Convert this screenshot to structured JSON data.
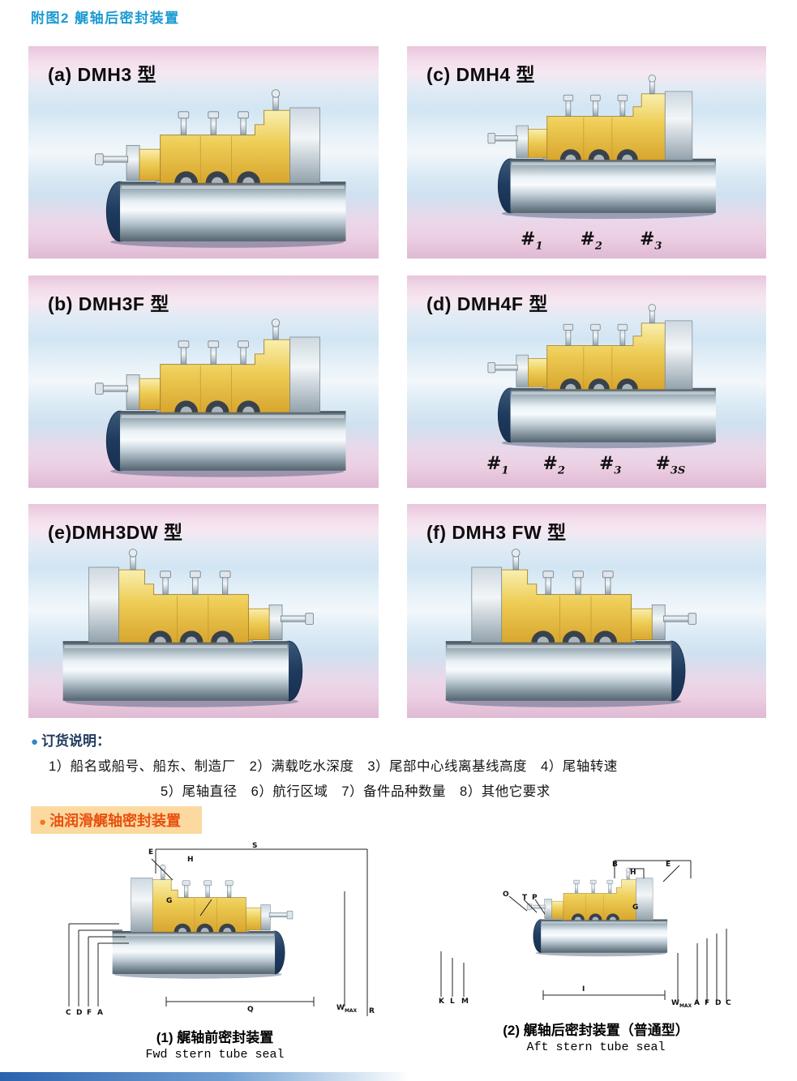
{
  "page": {
    "title": "附图2  艉轴后密封装置"
  },
  "icons": {
    "bullet": "●"
  },
  "panels": [
    {
      "id": "a",
      "label": "(a) DMH3 型"
    },
    {
      "id": "c",
      "label": "(c) DMH4 型",
      "tags": [
        {
          "h": "#",
          "s": "1"
        },
        {
          "h": "#",
          "s": "2"
        },
        {
          "h": "#",
          "s": "3"
        }
      ]
    },
    {
      "id": "b",
      "label": "(b) DMH3F 型"
    },
    {
      "id": "d",
      "label": "(d) DMH4F 型",
      "tags": [
        {
          "h": "#",
          "s": "1"
        },
        {
          "h": "#",
          "s": "2"
        },
        {
          "h": "#",
          "s": "3"
        },
        {
          "h": "#",
          "s": "3S"
        }
      ]
    },
    {
      "id": "e",
      "label": "(e)DMH3DW 型"
    },
    {
      "id": "f",
      "label": "(f) DMH3 FW 型"
    }
  ],
  "order": {
    "heading": "订货说明：",
    "line1": "1）船名或船号、船东、制造厂　2）满载吃水深度　3）尾部中心线离基线高度　4）尾轴转速",
    "line2": "5）尾轴直径　6）航行区域　7）备件品种数量　8）其他它要求"
  },
  "oil_section": {
    "heading": "油润滑艉轴密封装置"
  },
  "diagrams": [
    {
      "caption_cn": "(1) 艉轴前密封装置",
      "caption_en": "Fwd stern tube seal",
      "labels": [
        "E",
        "H",
        "S",
        "G",
        "Q",
        "W",
        "MAX",
        "R",
        "C",
        "D",
        "F",
        "A"
      ]
    },
    {
      "caption_cn": "(2) 艉轴后密封装置（普通型）",
      "caption_en": "Aft stern tube seal",
      "labels": [
        "B",
        "H",
        "E",
        "O",
        "T",
        "P",
        "G",
        "K",
        "L",
        "M",
        "I",
        "W",
        "MAX",
        "A",
        "F",
        "D",
        "C"
      ]
    }
  ]
}
